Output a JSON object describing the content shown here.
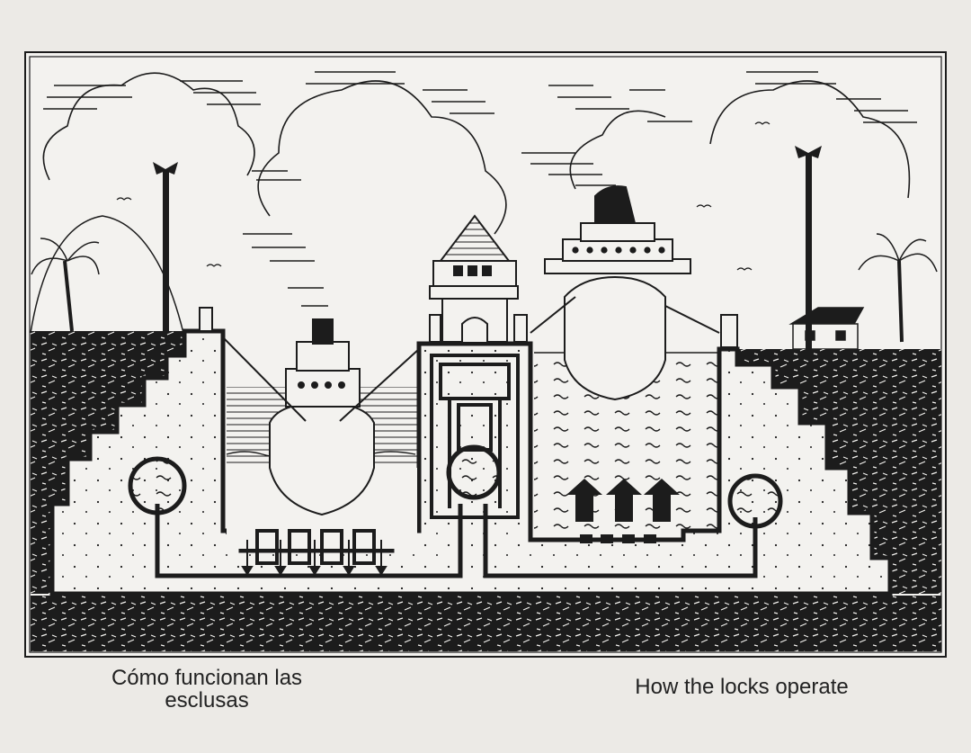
{
  "captions": {
    "spanish_line1": "Cómo funcionan las",
    "spanish_line2": "esclusas",
    "english": "How the locks operate"
  },
  "illustration": {
    "style": "black-and-white pen drawing",
    "arrows_left_chamber": "down",
    "arrows_right_chamber": "up"
  },
  "colors": {
    "paper": "#eceae6",
    "panel": "#f3f2ef",
    "ink": "#1c1c1c"
  }
}
